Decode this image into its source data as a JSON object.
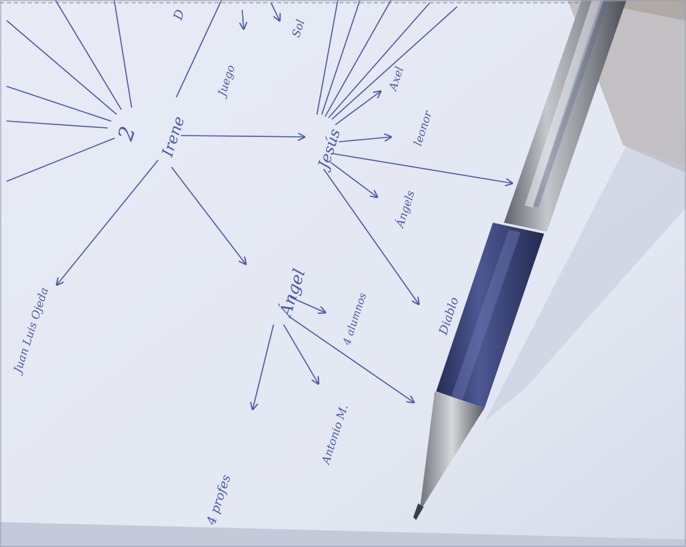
{
  "photo": {
    "subject": "pen-drawn diagram on white paper with a ballpoint pen",
    "colors": {
      "paper": "#e6e9f3",
      "paper_shadow": "#c9cde0",
      "ink": "#4a5aa8",
      "pen_grip": "#3b4680",
      "pen_barrel": "#8b8f97",
      "background": "#b9b2ad"
    }
  },
  "diagram": {
    "nodes": {
      "center": "Irene",
      "jesus": "Jesús",
      "angel": "Ángel"
    },
    "labels": {
      "juan_luis": "Juan Luis Ojeda",
      "juego": "Juego",
      "top_d": "D",
      "top_right": "Sol",
      "axel": "Axel",
      "leonor": "leonor",
      "angels": "Ángels",
      "diablo": "Diablo",
      "alumnos": "4 alumnos",
      "antonio": "Antonio M.",
      "profes": "4 profes"
    }
  }
}
